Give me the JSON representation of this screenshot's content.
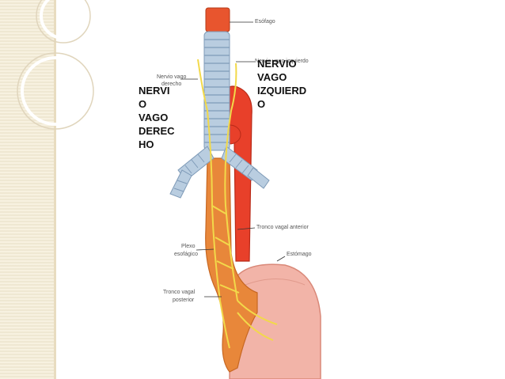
{
  "labels": {
    "esofago": "Esófago",
    "nervio_vago_izq_small": "Nervio vago izquierdo",
    "nervio_vago_der_small_1": "Nervio vago",
    "nervio_vago_der_small_2": "derecho",
    "tronco_vagal_anterior": "Tronco vagal anterior",
    "plexo_1": "Plexo",
    "plexo_2": "esofágico",
    "estomago": "Estómago",
    "tronco_posterior_1": "Tronco vagal",
    "tronco_posterior_2": "posterior"
  },
  "callouts": {
    "izquierdo": [
      "NERVIO",
      "VAGO",
      "IZQUIERD",
      "O"
    ],
    "derecho": [
      "NERVI",
      "O",
      "VAGO",
      "DEREC",
      "HO"
    ]
  },
  "colors": {
    "esophagus": "#e8873a",
    "trachea": "#b9cde0",
    "aorta": "#e8402a",
    "stomach": "#f2b4a8",
    "nerve": "#f2d94a",
    "panel": "#f4ecd6"
  }
}
